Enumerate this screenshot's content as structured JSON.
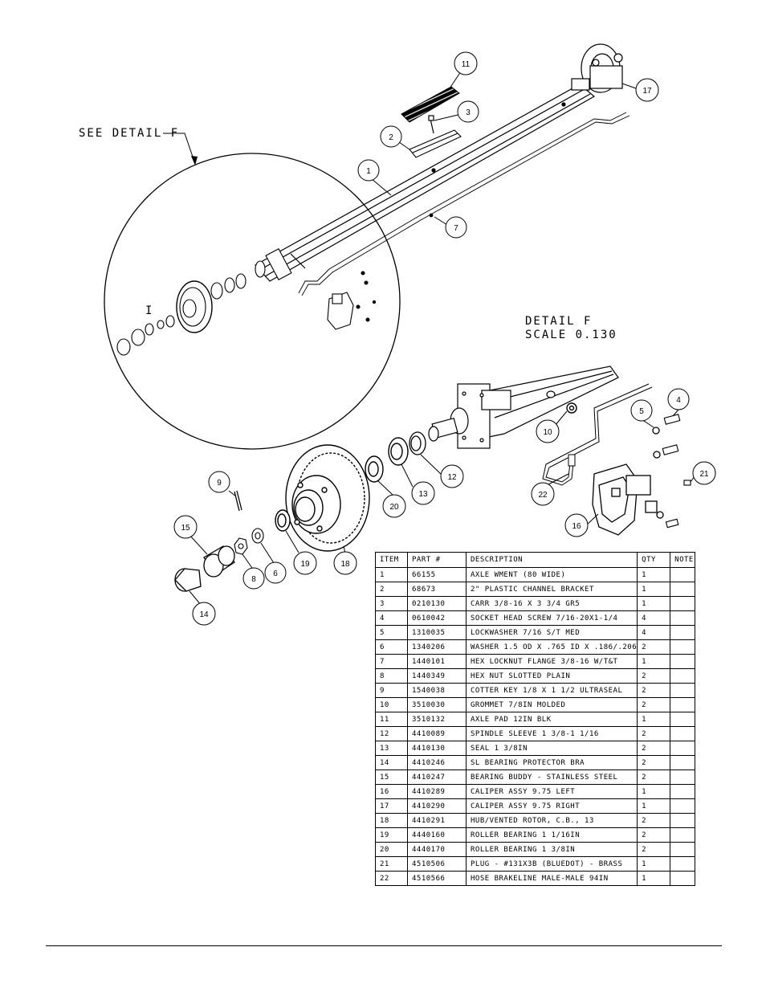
{
  "labels": {
    "see_detail": "SEE DETAIL  F",
    "detail_title": "DETAIL  F",
    "detail_scale": "SCALE  0.130",
    "callout_i": "I"
  },
  "callouts": [
    "1",
    "2",
    "3",
    "4",
    "5",
    "6",
    "7",
    "8",
    "9",
    "10",
    "11",
    "12",
    "13",
    "14",
    "15",
    "16",
    "17",
    "18",
    "19",
    "20",
    "21",
    "22"
  ],
  "bom": {
    "headers": [
      "ITEM",
      "PART #",
      "DESCRIPTION",
      "QTY",
      "NOTE"
    ],
    "rows": [
      {
        "item": "1",
        "part": "66155",
        "desc": "AXLE WMENT (80 WIDE)",
        "qty": "1",
        "note": ""
      },
      {
        "item": "2",
        "part": "68673",
        "desc": "2\" PLASTIC CHANNEL BRACKET",
        "qty": "1",
        "note": ""
      },
      {
        "item": "3",
        "part": "0210130",
        "desc": "CARR 3/8-16 X 3 3/4 GR5",
        "qty": "1",
        "note": ""
      },
      {
        "item": "4",
        "part": "0610042",
        "desc": "SOCKET HEAD SCREW 7/16-20X1-1/4",
        "qty": "4",
        "note": ""
      },
      {
        "item": "5",
        "part": "1310035",
        "desc": "LOCKWASHER 7/16 S/T MED",
        "qty": "4",
        "note": ""
      },
      {
        "item": "6",
        "part": "1340206",
        "desc": "WASHER 1.5 OD X .765 ID X .186/.206",
        "qty": "2",
        "note": ""
      },
      {
        "item": "7",
        "part": "1440101",
        "desc": "HEX LOCKNUT FLANGE 3/8-16 W/T&T",
        "qty": "1",
        "note": ""
      },
      {
        "item": "8",
        "part": "1440349",
        "desc": "HEX NUT SLOTTED PLAIN",
        "qty": "2",
        "note": ""
      },
      {
        "item": "9",
        "part": "1540038",
        "desc": "COTTER KEY 1/8 X 1 1/2 ULTRASEAL",
        "qty": "2",
        "note": ""
      },
      {
        "item": "10",
        "part": "3510030",
        "desc": "GROMMET  7/8IN MOLDED",
        "qty": "2",
        "note": ""
      },
      {
        "item": "11",
        "part": "3510132",
        "desc": "AXLE PAD 12IN  BLK",
        "qty": "1",
        "note": ""
      },
      {
        "item": "12",
        "part": "4410089",
        "desc": "SPINDLE SLEEVE  1 3/8-1 1/16",
        "qty": "2",
        "note": ""
      },
      {
        "item": "13",
        "part": "4410130",
        "desc": "SEAL  1 3/8IN",
        "qty": "2",
        "note": ""
      },
      {
        "item": "14",
        "part": "4410246",
        "desc": "SL BEARING PROTECTOR BRA",
        "qty": "2",
        "note": ""
      },
      {
        "item": "15",
        "part": "4410247",
        "desc": "BEARING BUDDY - STAINLESS STEEL",
        "qty": "2",
        "note": ""
      },
      {
        "item": "16",
        "part": "4410289",
        "desc": "CALIPER ASSY 9.75 LEFT",
        "qty": "1",
        "note": ""
      },
      {
        "item": "17",
        "part": "4410290",
        "desc": "CALIPER ASSY 9.75 RIGHT",
        "qty": "1",
        "note": ""
      },
      {
        "item": "18",
        "part": "4410291",
        "desc": "HUB/VENTED ROTOR, C.B.,  13",
        "qty": "2",
        "note": ""
      },
      {
        "item": "19",
        "part": "4440160",
        "desc": "ROLLER BEARING   1 1/16IN",
        "qty": "2",
        "note": ""
      },
      {
        "item": "20",
        "part": "4440170",
        "desc": "ROLLER BEARING   1 3/8IN",
        "qty": "2",
        "note": ""
      },
      {
        "item": "21",
        "part": "4510506",
        "desc": "PLUG - #131X3B (BLUEDOT) - BRASS",
        "qty": "1",
        "note": ""
      },
      {
        "item": "22",
        "part": "4510566",
        "desc": "HOSE BRAKELINE MALE-MALE 94IN",
        "qty": "1",
        "note": ""
      }
    ]
  }
}
